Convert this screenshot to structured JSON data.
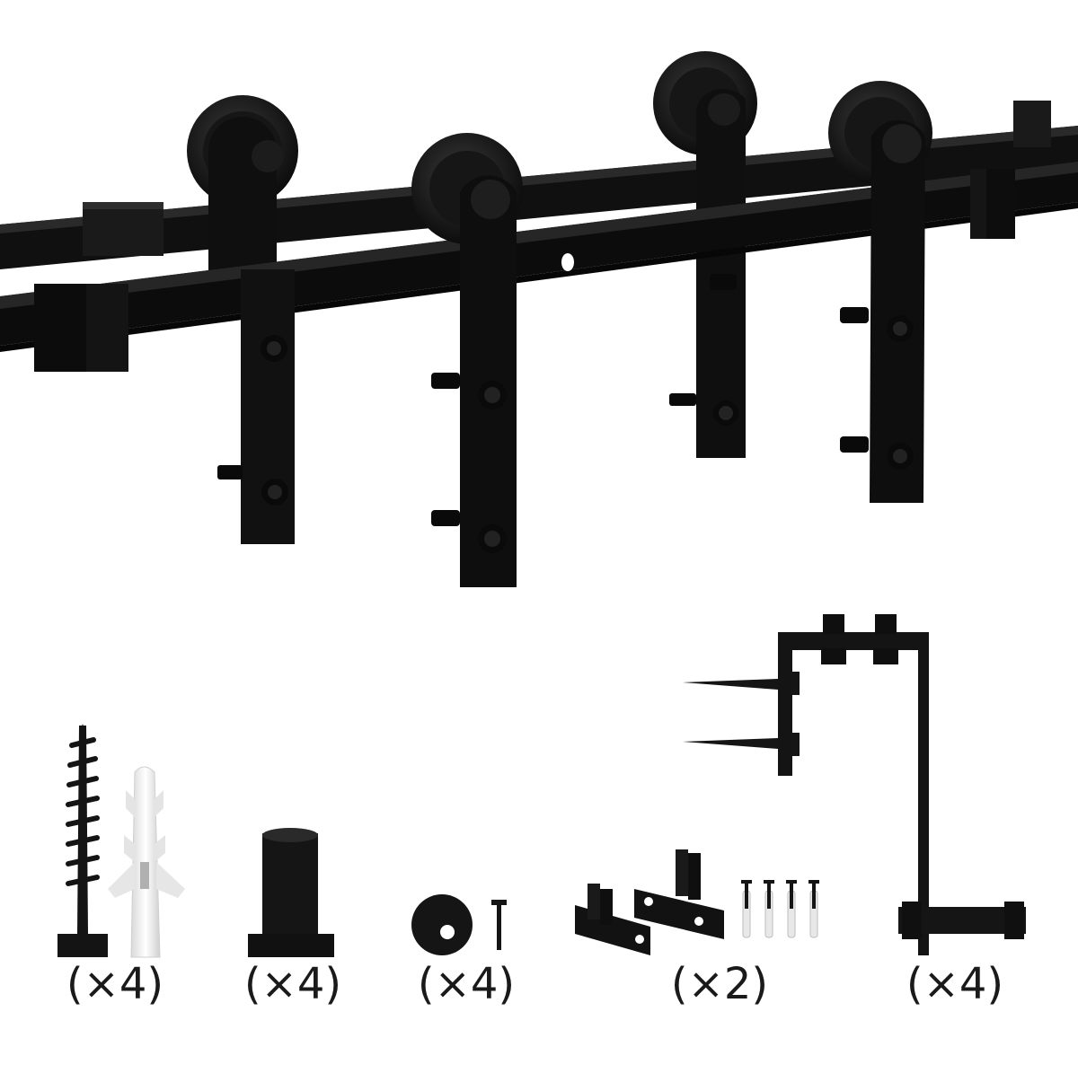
{
  "colors": {
    "hardware": "#141414",
    "hardware_highlight": "#2c2c2c",
    "anchor": "#f2f2f2",
    "background": "#ffffff"
  },
  "parts": [
    {
      "name": "lag-screw-and-wall-anchor",
      "quantity": "(×4)"
    },
    {
      "name": "spacer",
      "quantity": "(×4)"
    },
    {
      "name": "end-stop-disc-with-screw",
      "quantity": "(×4)"
    },
    {
      "name": "floor-guide",
      "quantity": "(×2)"
    },
    {
      "name": "double-rail-bracket",
      "quantity": "(×4)"
    }
  ]
}
